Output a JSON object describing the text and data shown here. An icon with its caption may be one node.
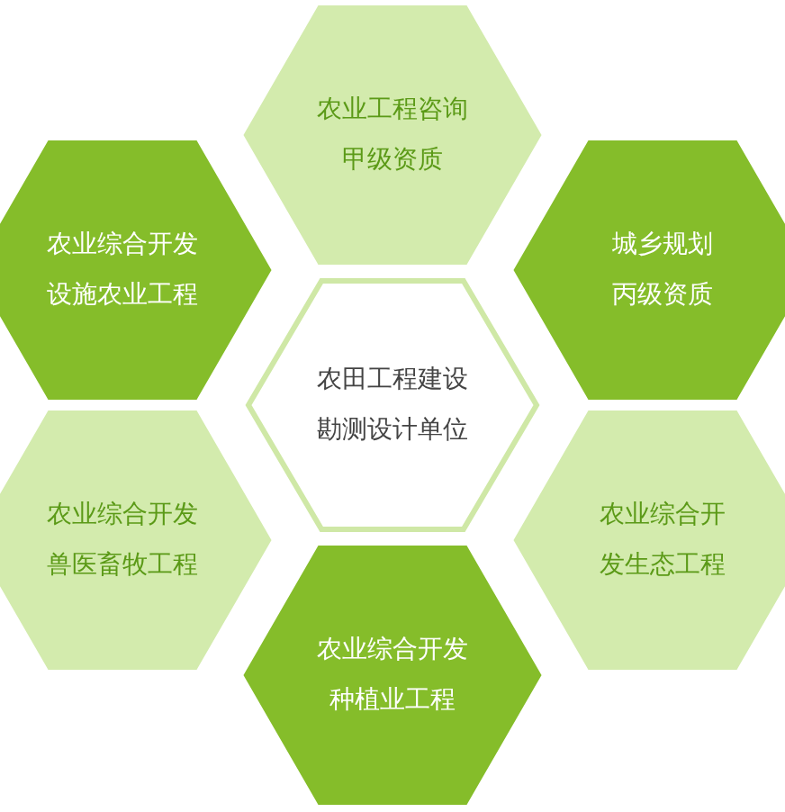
{
  "diagram": {
    "nodes": [
      {
        "text": [
          "农业工程咨询甲级资质"
        ]
      },
      {
        "text": [
          "农业综合开发设施农业工程"
        ]
      },
      {
        "text": [
          "城乡规划丙级资质"
        ]
      },
      {
        "text": [
          "农田工程建设勘测设计单位"
        ]
      },
      {
        "text": [
          "农业综合开发兽医畜牧工程"
        ]
      },
      {
        "text": [
          "农业综合开发生态工程"
        ]
      },
      {
        "text": [
          "农业综合开发种植业工程"
        ]
      }
    ]
  }
}
